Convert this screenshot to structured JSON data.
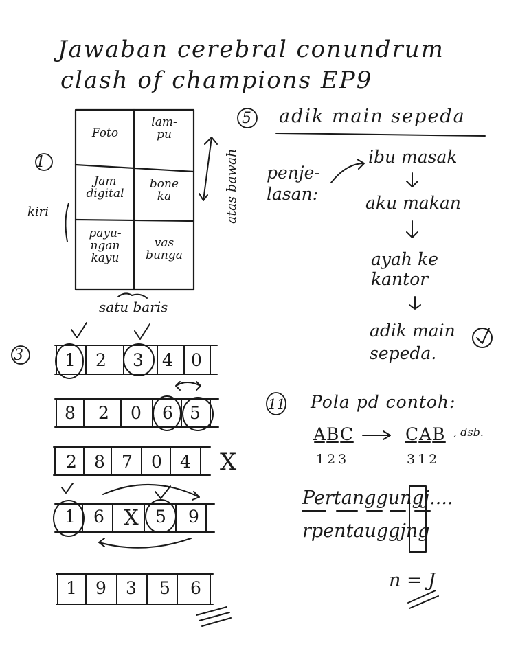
{
  "title": {
    "line1": "Jawaban cerebral conundrum",
    "line2": "clash of champions EP9"
  },
  "q1": {
    "number": "1",
    "grid": [
      [
        "Foto",
        "lam-\npu"
      ],
      [
        "Jam\ndigital",
        "bone\nka"
      ],
      [
        "payu-\nngan\nkayu",
        "vas\nbunga"
      ]
    ],
    "side_left": "kiri",
    "side_right": "atas bawah",
    "bottom": "satu baris"
  },
  "q3": {
    "number": "3",
    "rows": [
      {
        "digits": [
          "1",
          "2",
          "3",
          "4",
          "0"
        ],
        "note": ""
      },
      {
        "digits": [
          "8",
          "2",
          "0",
          "6",
          "5"
        ],
        "note": ""
      },
      {
        "digits": [
          "2",
          "8",
          "7",
          "0",
          "4"
        ],
        "note": "X"
      },
      {
        "digits": [
          "1",
          "6",
          "X",
          "5",
          "9"
        ],
        "note": ""
      },
      {
        "digits": [
          "1",
          "9",
          "3",
          "5",
          "6"
        ],
        "note": ""
      }
    ]
  },
  "q5": {
    "number": "5",
    "answer": "adik main sepeda",
    "label": "penje-\nlasan:",
    "steps": [
      "ibu masak",
      "aku makan",
      "ayah ke\nkantor",
      "adik main\nsepeda."
    ]
  },
  "q11": {
    "number": "11",
    "heading": "Pola pd contoh:",
    "example_from": "ABC",
    "example_from_nums": "123",
    "example_to": "CAB",
    "example_to_nums": "312",
    "etc": ", dsb.",
    "word": "Pertanggungj....",
    "scrambled": "rpentauggjng",
    "answer": "n = J"
  }
}
